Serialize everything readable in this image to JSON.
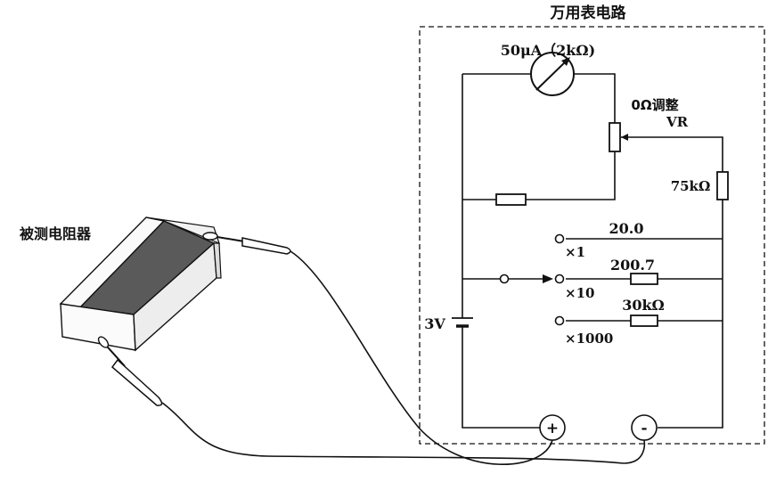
{
  "title": "万用表电路",
  "resistor_under_test_label": "被测电阻器",
  "meter": {
    "label": "50μA（2kΩ)"
  },
  "zero_adjust": {
    "label": "0Ω调整",
    "name": "VR"
  },
  "series_resistor": {
    "label": "75kΩ"
  },
  "shunts": [
    {
      "value": "20.0",
      "range": "×1"
    },
    {
      "value": "200.7",
      "range": "×10"
    },
    {
      "value": "30kΩ",
      "range": "×1000"
    }
  ],
  "battery": {
    "label": "3V"
  },
  "terminals": {
    "positive": "+",
    "negative": "-"
  }
}
